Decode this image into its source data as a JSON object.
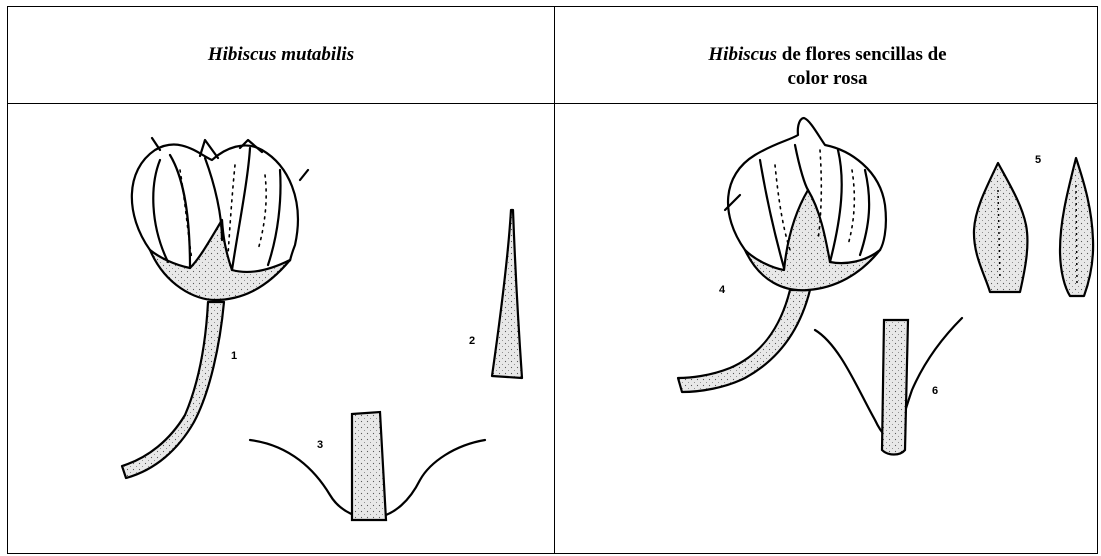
{
  "columns": [
    {
      "header_italic": "Hibiscus mutabilis",
      "header_rest": "",
      "figure_labels": [
        "1",
        "2",
        "3"
      ]
    },
    {
      "header_italic": "Hibiscus",
      "header_rest": " de flores sencillas de",
      "header_line2": "color rosa",
      "figure_labels": [
        "4",
        "5",
        "6"
      ]
    }
  ],
  "colors": {
    "line": "#000000",
    "fill": "#e6e6e6",
    "background": "#ffffff"
  }
}
